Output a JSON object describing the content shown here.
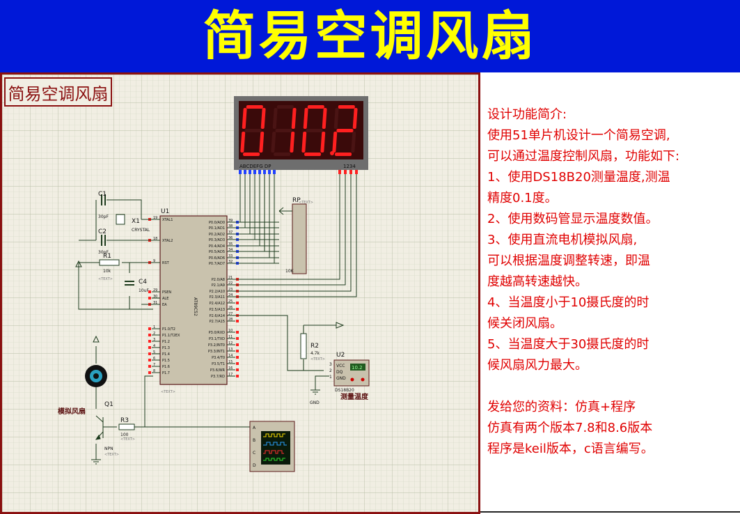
{
  "banner": {
    "title": "简易空调风扇"
  },
  "schematic": {
    "title_box": "简易空调风扇",
    "display": {
      "digits": [
        "0",
        "1",
        "0",
        "2"
      ],
      "decimal_after_digit": 3,
      "segment_pins_label": "ABCDEFG DP",
      "digit_pins_label": "1234"
    },
    "mcu": {
      "ref": "U1",
      "part": "AT89C52",
      "left_pins": [
        {
          "num": "19",
          "name": "XTAL1"
        },
        {
          "num": "18",
          "name": "XTAL2"
        },
        {
          "num": "9",
          "name": "RST"
        },
        {
          "num": "29",
          "name": "PSEN"
        },
        {
          "num": "30",
          "name": "ALE"
        },
        {
          "num": "31",
          "name": "EA"
        },
        {
          "num": "1",
          "name": "P1.0/T2"
        },
        {
          "num": "2",
          "name": "P1.1/T2EX"
        },
        {
          "num": "3",
          "name": "P1.2"
        },
        {
          "num": "4",
          "name": "P1.3"
        },
        {
          "num": "5",
          "name": "P1.4"
        },
        {
          "num": "6",
          "name": "P1.5"
        },
        {
          "num": "7",
          "name": "P1.6"
        },
        {
          "num": "8",
          "name": "P1.7"
        }
      ],
      "right_pins": [
        {
          "num": "39",
          "name": "P0.0/AD0"
        },
        {
          "num": "38",
          "name": "P0.1/AD1"
        },
        {
          "num": "37",
          "name": "P0.2/AD2"
        },
        {
          "num": "36",
          "name": "P0.3/AD3"
        },
        {
          "num": "35",
          "name": "P0.4/AD4"
        },
        {
          "num": "34",
          "name": "P0.5/AD5"
        },
        {
          "num": "33",
          "name": "P0.6/AD6"
        },
        {
          "num": "32",
          "name": "P0.7/AD7"
        },
        {
          "num": "21",
          "name": "P2.0/A8"
        },
        {
          "num": "22",
          "name": "P2.1/A9"
        },
        {
          "num": "23",
          "name": "P2.2/A10"
        },
        {
          "num": "24",
          "name": "P2.3/A11"
        },
        {
          "num": "25",
          "name": "P2.4/A12"
        },
        {
          "num": "26",
          "name": "P2.5/A13"
        },
        {
          "num": "27",
          "name": "P2.6/A14"
        },
        {
          "num": "28",
          "name": "P2.7/A15"
        },
        {
          "num": "10",
          "name": "P3.0/RXD"
        },
        {
          "num": "11",
          "name": "P3.1/TXD"
        },
        {
          "num": "12",
          "name": "P3.2/INT0"
        },
        {
          "num": "13",
          "name": "P3.3/INT1"
        },
        {
          "num": "14",
          "name": "P3.4/T0"
        },
        {
          "num": "15",
          "name": "P3.5/T1"
        },
        {
          "num": "16",
          "name": "P3.6/WR"
        },
        {
          "num": "17",
          "name": "P3.7/RD"
        }
      ]
    },
    "labels": {
      "c1": "C1",
      "c1_val": "30pF",
      "c2": "C2",
      "c2_val": "30pF",
      "x1": "X1",
      "x1_val": "CRYSTAL",
      "r1": "R1",
      "r1_val": "10k",
      "c4": "C4",
      "c4_val": "10uF",
      "rp": "RP",
      "rp_val": "10K",
      "r2": "R2",
      "r2_val": "4.7k",
      "u2": "U2",
      "u2_part": "DS18B20",
      "u2_readout": "10.2",
      "u2_pins": [
        "VCC",
        "DQ",
        "GND"
      ],
      "u2_pin_nums": [
        "3",
        "2",
        "1"
      ],
      "temp_label": "测量温度",
      "gnd": "GND",
      "q1": "Q1",
      "q1_val": "NPN",
      "r3": "R3",
      "r3_val": "100",
      "fan_label": "模拟风扇",
      "scope_channels": [
        "A",
        "B",
        "C",
        "D"
      ],
      "text_placeholder": "<TEXT>"
    }
  },
  "description": {
    "lines": [
      "设计功能简介:",
      "使用51单片机设计一个简易空调,",
      "可以通过温度控制风扇，功能如下:",
      "1、使用DS18B20测量温度,测温",
      "精度0.1度。",
      "2、使用数码管显示温度数值。",
      "3、使用直流电机模拟风扇,",
      "可以根据温度调整转速，即温",
      "度越高转速越快。",
      "4、当温度小于10摄氏度的时",
      "候关闭风扇。",
      "5、当温度大于30摄氏度的时",
      "候风扇风力最大。"
    ],
    "materials": [
      "发给您的资料：仿真+程序",
      "仿真有两个版本7.8和8.6版本",
      "程序是keil版本，c语言编写。"
    ]
  },
  "colors": {
    "banner_bg": "#0018d8",
    "banner_text": "#ffff00",
    "frame": "#8a1010",
    "desc_text": "#e00000",
    "wire": "#1c3a1c",
    "grid_bg": "#f1eee3",
    "seg_on": "#ff2020"
  }
}
